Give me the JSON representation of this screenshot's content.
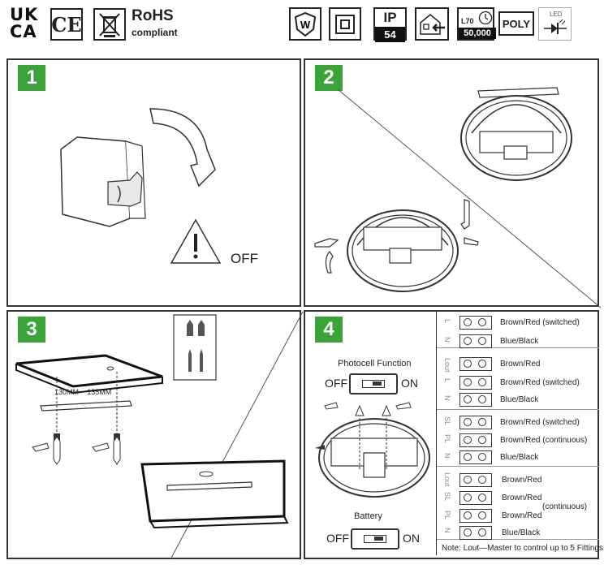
{
  "header": {
    "ukca": "UK CA",
    "ce": "CE",
    "rohs_title": "RoHS",
    "rohs_sub": "compliant",
    "ip_label": "IP",
    "ip_value": "54",
    "lifetime_label": "L70",
    "lifetime_value": "50,000",
    "poly_label": "POLY",
    "led_label": "LED"
  },
  "step1": {
    "number": "1",
    "off_label": "OFF"
  },
  "step2": {
    "number": "2"
  },
  "step3": {
    "number": "3",
    "spacing_label": "130MM ~ 135MM"
  },
  "step4": {
    "number": "4",
    "photocell_title": "Photocell  Function",
    "photocell_off": "OFF",
    "photocell_on": "ON",
    "battery_title": "Battery",
    "battery_off": "OFF",
    "battery_on": "ON",
    "wiring": [
      {
        "terms": [
          "L",
          "N"
        ],
        "labels": [
          "Brown/Red (switched)",
          "Blue/Black"
        ]
      },
      {
        "terms": [
          "Lout",
          "L",
          "N"
        ],
        "labels": [
          "Brown/Red",
          "Brown/Red (switched)",
          "Blue/Black"
        ]
      },
      {
        "terms": [
          "SL",
          "PL",
          "N"
        ],
        "labels": [
          "Brown/Red (switched)",
          "Brown/Red (continuous)",
          "Blue/Black"
        ]
      },
      {
        "terms": [
          "Lout",
          "SL",
          "PL",
          "N"
        ],
        "labels": [
          "Brown/Red",
          "Brown/Red",
          "Brown/Red",
          "Blue/Black"
        ],
        "note_group": "(continuous)"
      }
    ],
    "note": "Note: Lout—Master to control up to 5 Fittings"
  }
}
